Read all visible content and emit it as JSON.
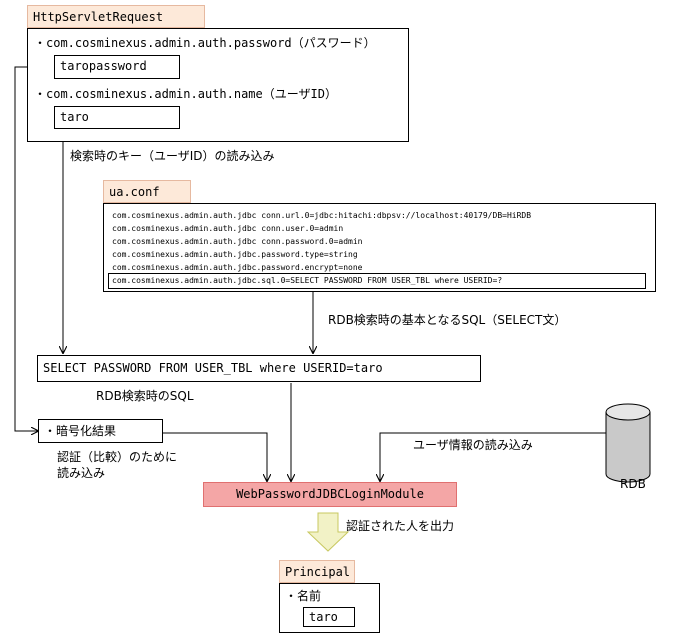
{
  "http_request": {
    "tag": "HttpServletRequest",
    "password_label": "・com.cosminexus.admin.auth.password（パスワード）",
    "password_value": "taropassword",
    "name_label": "・com.cosminexus.admin.auth.name（ユーザID）",
    "name_value": "taro"
  },
  "label_read_key": "検索時のキー（ユーザID）の読み込み",
  "ua_conf": {
    "tag": "ua.conf",
    "lines": [
      "com.cosminexus.admin.auth.jdbc conn.url.0=jdbc:hitachi:dbpsv://localhost:40179/DB=HiRDB",
      "com.cosminexus.admin.auth.jdbc conn.user.0=admin",
      "com.cosminexus.admin.auth.jdbc conn.password.0=admin",
      "com.cosminexus.admin.auth.jdbc.password.type=string",
      "com.cosminexus.admin.auth.jdbc.password.encrypt=none"
    ],
    "highlight_line": "com.cosminexus.admin.auth.jdbc.sql.0=SELECT PASSWORD FROM USER_TBL where USERID=?"
  },
  "label_base_sql": "RDB検索時の基本となるSQL（SELECT文）",
  "sql_box": "SELECT PASSWORD FROM USER_TBL where USERID=taro",
  "label_rdb_sql": "RDB検索時のSQL",
  "encrypt_result": "・暗号化結果",
  "label_compare_1": "認証（比較）のために",
  "label_compare_2": "読み込み",
  "label_read_user": "ユーザ情報の読み込み",
  "rdb_label": "RDB",
  "login_module": "WebPasswordJDBCLoginModule",
  "label_output": "認証された人を出力",
  "principal": {
    "tag": "Principal",
    "name_label": "・名前",
    "name_value": "taro"
  },
  "colors": {
    "module_fill": "#f4a6a6",
    "tag_fill": "#fde9d9",
    "arrow_fill": "#f2f2c6",
    "arrow_stroke": "#c8c860"
  }
}
